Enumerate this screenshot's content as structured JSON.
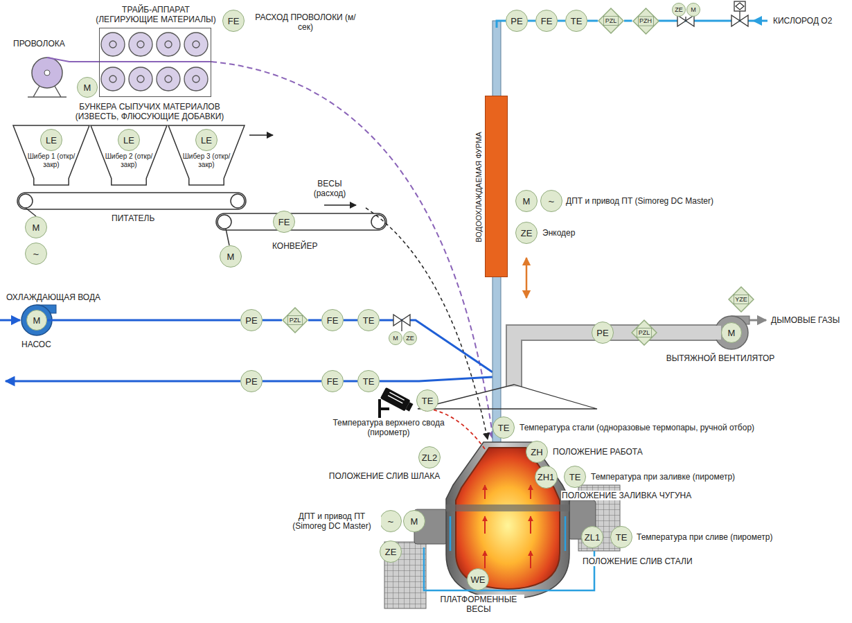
{
  "diagram": {
    "nodes": [
      {
        "text": [
          "ТРАЙБ-АППАРАТ (ЛЕГИРУЮЩИЕ МАТЕРИАЛЫ)"
        ]
      },
      {
        "text": [
          "M"
        ]
      },
      {
        "text": [
          "FE"
        ]
      },
      {
        "text": [
          "Шибер 1 (откр/закр)"
        ]
      },
      {
        "text": [
          "LE"
        ],
        "in": 3
      },
      {
        "text": [
          "Шибер 2 (откр/закр)"
        ]
      },
      {
        "text": [
          "LE"
        ],
        "in": 5
      },
      {
        "text": [
          "Шибер 3 (откр/закр)"
        ]
      },
      {
        "text": [
          "LE"
        ],
        "in": 7
      },
      {
        "text": [
          "M"
        ]
      },
      {
        "text": [
          "~"
        ]
      },
      {
        "text": [
          "FE"
        ]
      },
      {
        "text": [
          "M"
        ]
      },
      {
        "text": [
          "M"
        ]
      },
      {
        "text": [
          "PE"
        ]
      },
      {
        "text": [
          "PZL"
        ]
      },
      {
        "text": [
          "FE"
        ]
      },
      {
        "text": [
          "TE"
        ]
      },
      {
        "text": [
          "M"
        ]
      },
      {
        "text": [
          "ZE"
        ]
      },
      {
        "text": [
          "PE"
        ]
      },
      {
        "text": [
          "FE"
        ]
      },
      {
        "text": [
          "TE"
        ]
      },
      {
        "text": [
          "PE"
        ]
      },
      {
        "text": [
          "FE"
        ]
      },
      {
        "text": [
          "TE"
        ]
      },
      {
        "text": [
          "PZL"
        ]
      },
      {
        "text": [
          "PZH"
        ]
      },
      {
        "text": [
          "ZE"
        ]
      },
      {
        "text": [
          "M"
        ]
      },
      {
        "text": [
          "ВОДООХЛАЖДАЕМАЯ ФУРМА"
        ]
      },
      {
        "text": [
          "M"
        ]
      },
      {
        "text": [
          "~"
        ]
      },
      {
        "text": [
          "ZE"
        ]
      },
      {
        "text": [
          "PE"
        ]
      },
      {
        "text": [
          "PZL"
        ]
      },
      {
        "text": [
          "YZE"
        ]
      },
      {
        "text": [
          "M"
        ]
      },
      {
        "text": [
          "TE"
        ]
      },
      {
        "text": [
          "TE"
        ]
      },
      {
        "text": [
          "ZH"
        ]
      },
      {
        "text": [
          "ZL2"
        ]
      },
      {
        "text": [
          "ZH1"
        ]
      },
      {
        "text": [
          "TE"
        ]
      },
      {
        "text": [
          "~"
        ]
      },
      {
        "text": [
          "M"
        ]
      },
      {
        "text": [
          "ZE"
        ]
      },
      {
        "text": [
          "ZL1"
        ]
      },
      {
        "text": [
          "TE"
        ]
      },
      {
        "text": [
          "WE"
        ]
      }
    ],
    "edges": [
      {
        "from": 13,
        "to": 14,
        "arrow": "none"
      },
      {
        "from": 14,
        "to": 15,
        "arrow": "none"
      },
      {
        "from": 15,
        "to": 16,
        "arrow": "none"
      },
      {
        "from": 16,
        "to": 17,
        "arrow": "none"
      },
      {
        "from": 22,
        "to": 21,
        "arrow": "none"
      },
      {
        "from": 21,
        "to": 20,
        "arrow": "none"
      },
      {
        "from": 27,
        "to": 26,
        "arrow": "none"
      },
      {
        "from": 26,
        "to": 25,
        "arrow": "none"
      },
      {
        "from": 25,
        "to": 24,
        "arrow": "none"
      },
      {
        "from": 24,
        "to": 23,
        "arrow": "none"
      },
      {
        "from": 34,
        "to": 35,
        "arrow": "none"
      },
      {
        "from": 35,
        "to": 37,
        "arrow": "none"
      }
    ],
    "labels": [
      "ПРОВОЛОКА",
      "РАСХОД ПРОВОЛОКИ (м/сек)",
      "БУНКЕРА СЫПУЧИХ МАТЕРИАЛОВ (ИЗВЕСТЬ, ФЛЮСУЮЩИЕ ДОБАВКИ)",
      "ПИТАТЕЛЬ",
      "ВЕСЫ (расход)",
      "КОНВЕЙЕР",
      "ОХЛАЖДАЮЩАЯ ВОДА",
      "НАСОС",
      "КИСЛОРОД О2",
      "ДПТ и привод ПТ (Simoreg DC Master)",
      "Энкодер",
      "ВЫТЯЖНОЙ ВЕНТИЛЯТОР",
      "ДЫМОВЫЕ ГАЗЫ",
      "Температура верхнего свода (пирометр)",
      "Температура стали (одноразовые термопары, ручной отбор)",
      "ПОЛОЖЕНИЕ РАБОТА",
      "ПОЛОЖЕНИЕ СЛИВ ШЛАКА",
      "Температура при заливке (пирометр)",
      "ПОЛОЖЕНИЕ ЗАЛИВКА ЧУГУНА",
      "ДПТ и привод ПТ (Simoreg DC Master)",
      "Температура при сливе (пирометр)",
      "ПОЛОЖЕНИЕ СЛИВ СТАЛИ",
      "ПЛАТФОРМЕННЫЕ ВЕСЫ"
    ]
  }
}
